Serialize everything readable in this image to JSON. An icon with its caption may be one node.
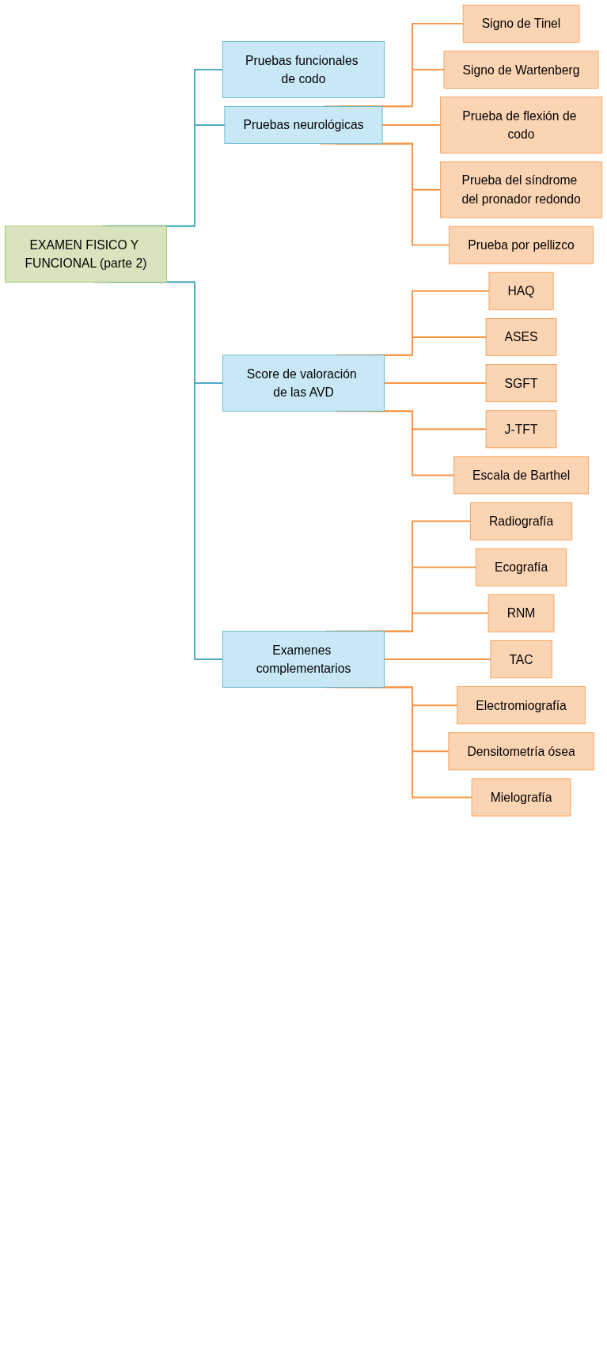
{
  "diagram": {
    "nodes": [
      {
        "text": [
          "EXAMEN FISICO Y FUNCIONAL (parte 2)"
        ]
      },
      {
        "text": [
          "Pruebas funcionales de codo"
        ]
      },
      {
        "text": [
          "Pruebas neurológicas"
        ]
      },
      {
        "text": [
          "Signo de Tinel"
        ]
      },
      {
        "text": [
          "Signo de Wartenberg"
        ]
      },
      {
        "text": [
          "Prueba de flexión de codo"
        ]
      },
      {
        "text": [
          "Prueba del síndrome del pronador redondo"
        ]
      },
      {
        "text": [
          "Prueba por pellizco"
        ]
      },
      {
        "text": [
          "Score de valoración de las AVD"
        ]
      },
      {
        "text": [
          "HAQ"
        ]
      },
      {
        "text": [
          "ASES"
        ]
      },
      {
        "text": [
          "SGFT"
        ]
      },
      {
        "text": [
          "J-TFT"
        ]
      },
      {
        "text": [
          "Escala de Barthel"
        ]
      },
      {
        "text": [
          "Examenes complementarios"
        ]
      },
      {
        "text": [
          "Radiografía"
        ]
      },
      {
        "text": [
          "Ecografía"
        ]
      },
      {
        "text": [
          "RNM"
        ]
      },
      {
        "text": [
          "TAC"
        ]
      },
      {
        "text": [
          "Electromiografía"
        ]
      },
      {
        "text": [
          "Densitometría ósea"
        ]
      },
      {
        "text": [
          "Mielografía"
        ]
      }
    ],
    "edges": [
      {
        "from": 0,
        "to": 1,
        "arrow": "none",
        "color": "#4bacc6"
      },
      {
        "from": 0,
        "to": 2,
        "arrow": "none",
        "color": "#4bacc6"
      },
      {
        "from": 0,
        "to": 8,
        "arrow": "none",
        "color": "#4bacc6"
      },
      {
        "from": 0,
        "to": 14,
        "arrow": "none",
        "color": "#4bacc6"
      },
      {
        "from": 2,
        "to": 3,
        "arrow": "none"
      },
      {
        "from": 2,
        "to": 4,
        "arrow": "none"
      },
      {
        "from": 2,
        "to": 5,
        "arrow": "none"
      },
      {
        "from": 2,
        "to": 6,
        "arrow": "none"
      },
      {
        "from": 2,
        "to": 7,
        "arrow": "none"
      },
      {
        "from": 8,
        "to": 9,
        "arrow": "none"
      },
      {
        "from": 8,
        "to": 10,
        "arrow": "none"
      },
      {
        "from": 8,
        "to": 11,
        "arrow": "none"
      },
      {
        "from": 8,
        "to": 12,
        "arrow": "none"
      },
      {
        "from": 8,
        "to": 13,
        "arrow": "none"
      },
      {
        "from": 14,
        "to": 15,
        "arrow": "none"
      },
      {
        "from": 14,
        "to": 16,
        "arrow": "none"
      },
      {
        "from": 14,
        "to": 17,
        "arrow": "none"
      },
      {
        "from": 14,
        "to": 18,
        "arrow": "none"
      },
      {
        "from": 14,
        "to": 19,
        "arrow": "none"
      },
      {
        "from": 14,
        "to": 20,
        "arrow": "none"
      },
      {
        "from": 14,
        "to": 21,
        "arrow": "none"
      }
    ]
  }
}
